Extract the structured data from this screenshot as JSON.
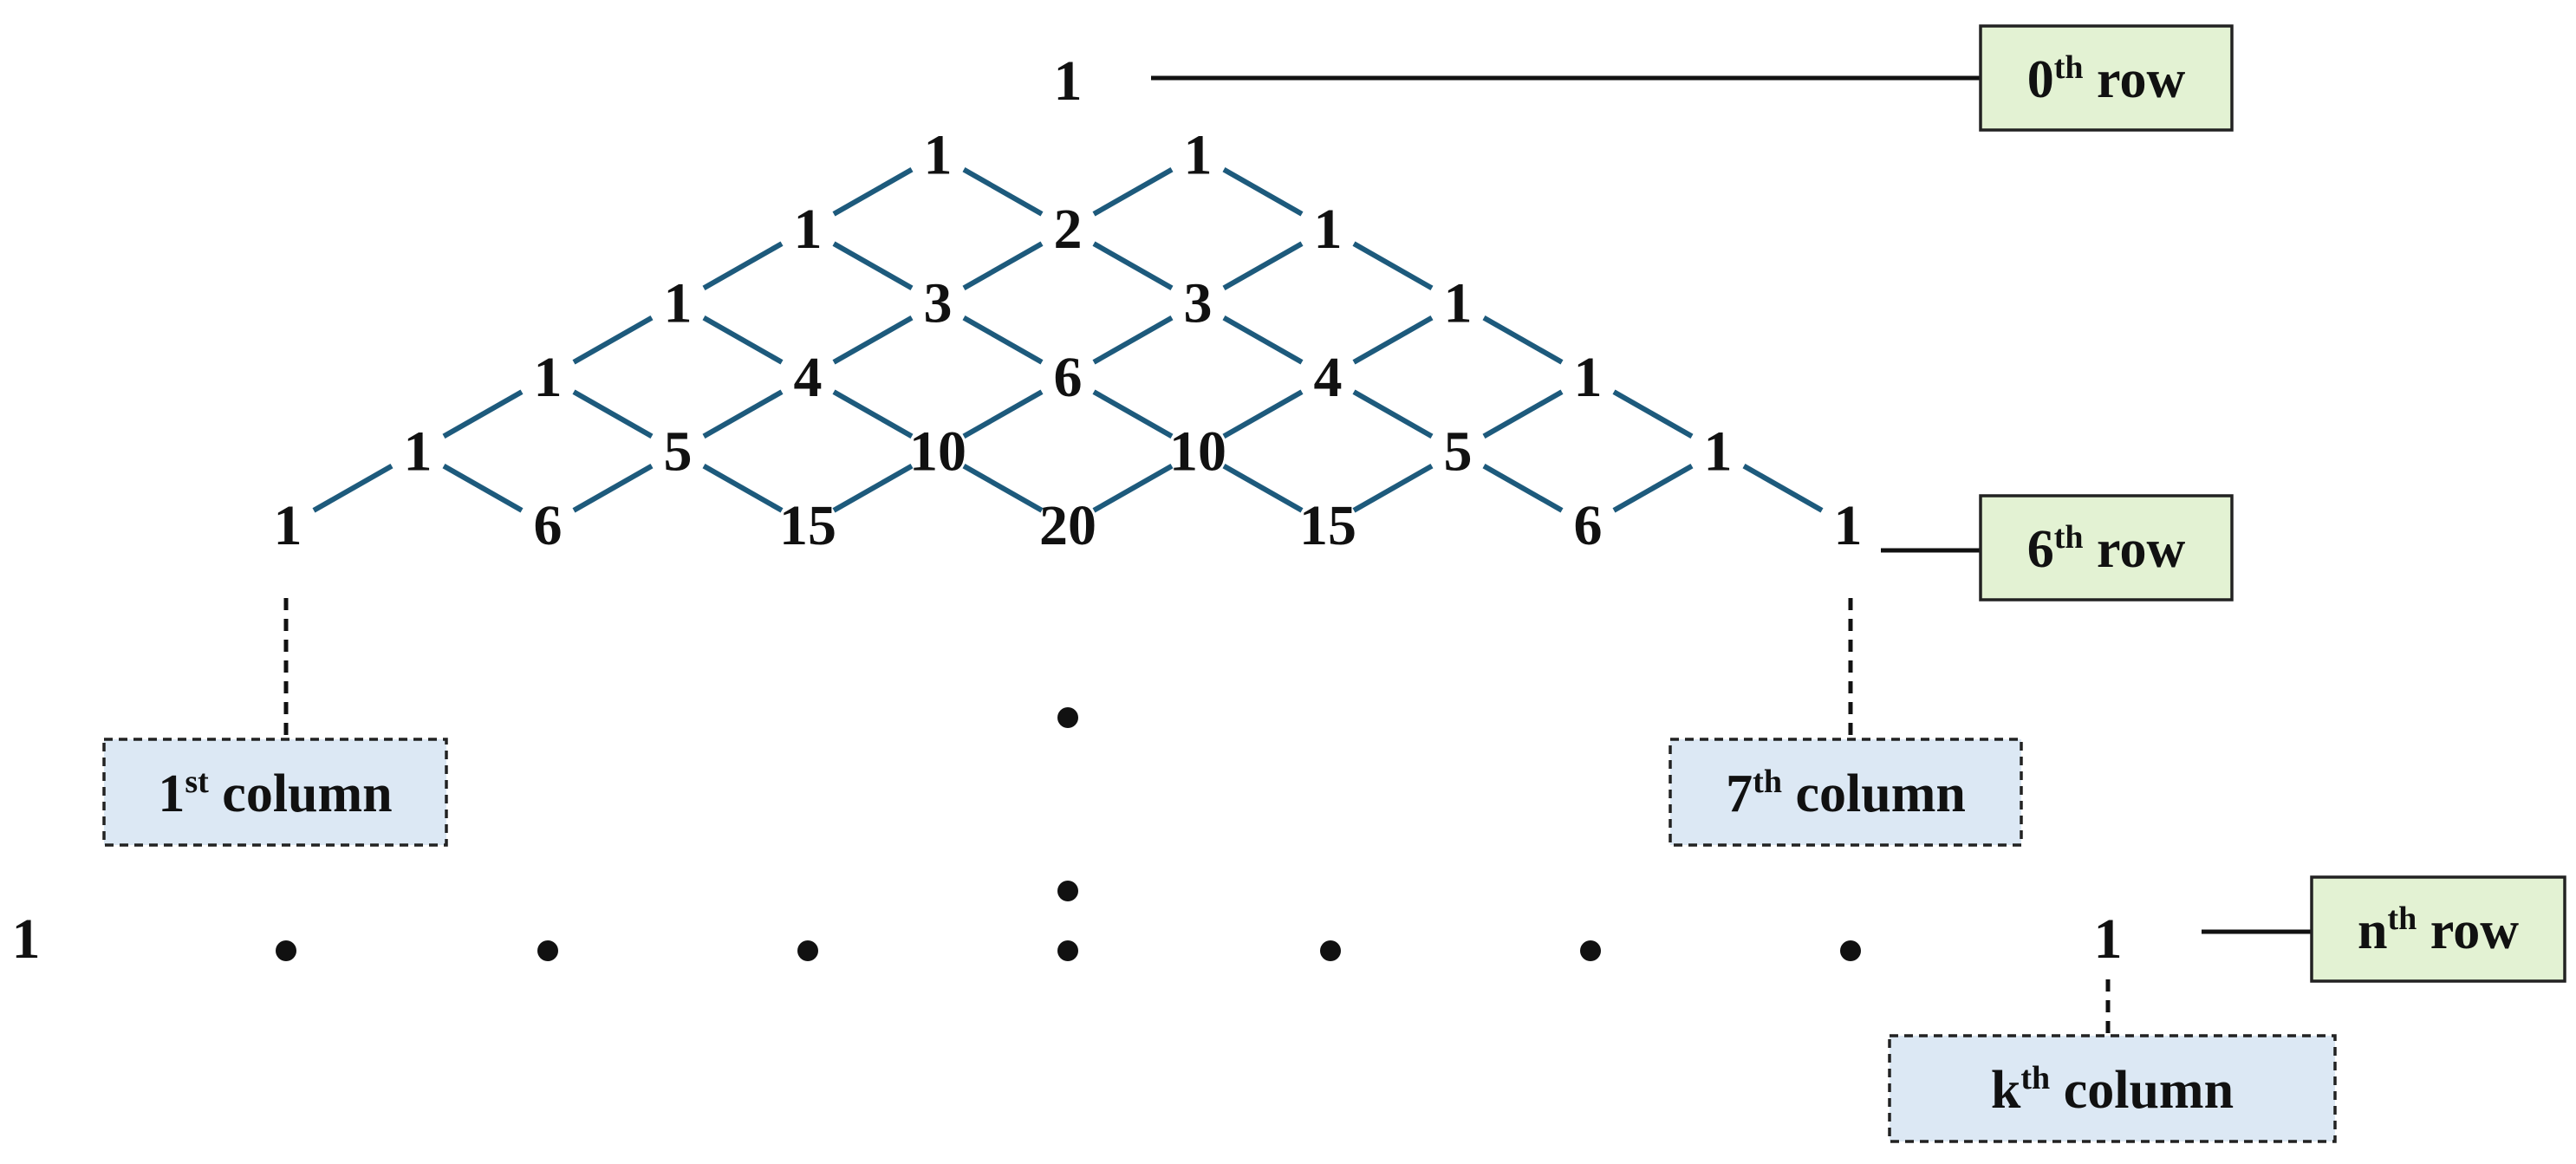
{
  "triangle": {
    "rows": [
      [
        "1"
      ],
      [
        "1",
        "1"
      ],
      [
        "1",
        "2",
        "1"
      ],
      [
        "1",
        "3",
        "3",
        "1"
      ],
      [
        "1",
        "4",
        "6",
        "4",
        "1"
      ],
      [
        "1",
        "5",
        "10",
        "10",
        "5",
        "1"
      ],
      [
        "1",
        "6",
        "15",
        "20",
        "15",
        "6",
        "1"
      ]
    ],
    "nth_row": {
      "first": "1",
      "last": "1"
    }
  },
  "labels": {
    "row0": {
      "base": "0",
      "sup": "th",
      "text": " row"
    },
    "row6": {
      "base": "6",
      "sup": "th",
      "text": " row"
    },
    "rown": {
      "base": "n",
      "sup": "th",
      "text": " row"
    },
    "col1": {
      "base": "1",
      "sup": "st",
      "text": " column"
    },
    "col7": {
      "base": "7",
      "sup": "th",
      "text": " column"
    },
    "colk": {
      "base": "k",
      "sup": "th",
      "text": " column"
    }
  },
  "colors": {
    "link": "#1d5a7c",
    "row_box_fill": "#e3f2d3",
    "col_box_fill": "#dce8f4",
    "text": "#111111"
  }
}
